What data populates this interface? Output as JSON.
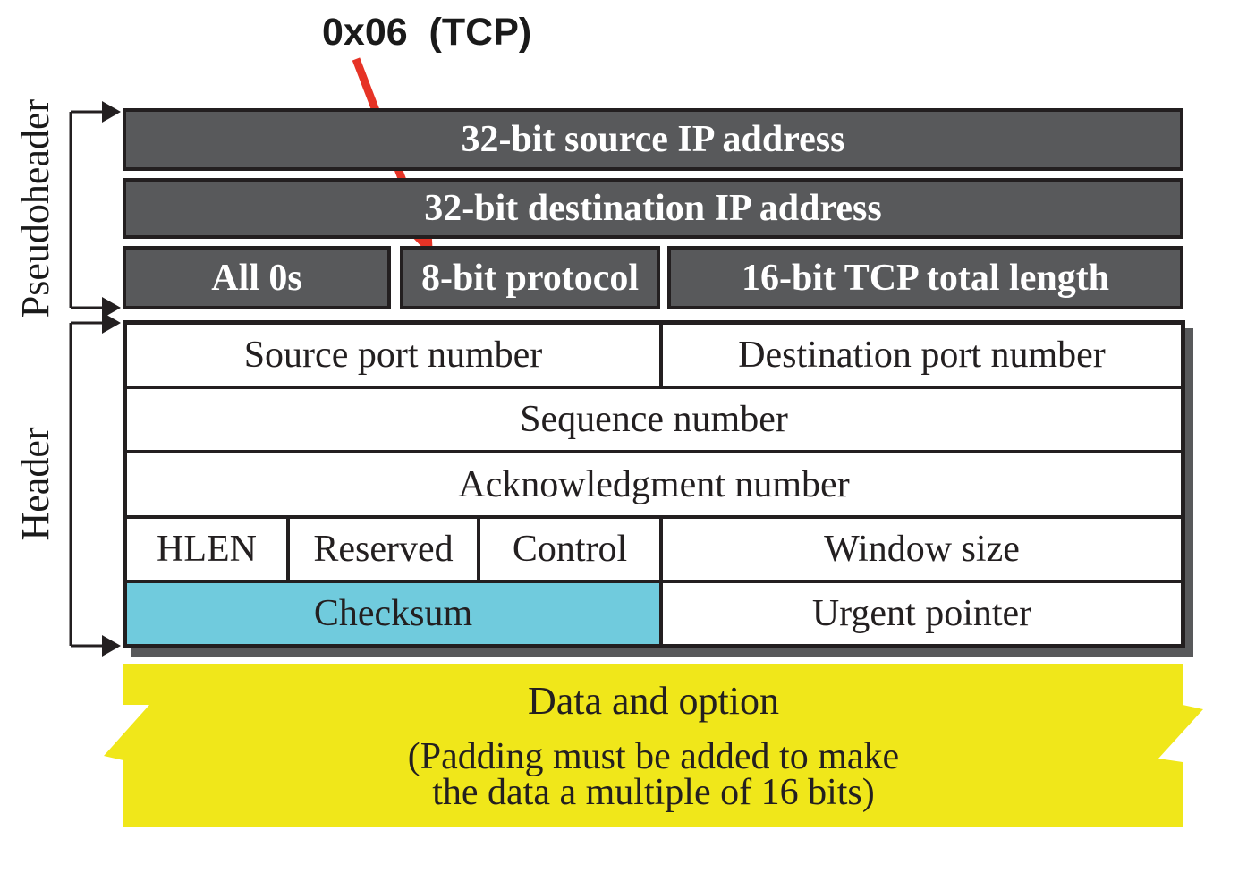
{
  "annotation": {
    "protocol_value": "0x06  (TCP)"
  },
  "side_labels": {
    "pseudoheader": "Pseudoheader",
    "header": "Header"
  },
  "pseudoheader": {
    "source_ip": "32-bit source IP address",
    "destination_ip": "32-bit destination IP address",
    "all_zeros": "All 0s",
    "protocol": "8-bit protocol",
    "tcp_total_length": "16-bit TCP total length"
  },
  "tcp_header": {
    "source_port": "Source port number",
    "destination_port": "Destination port number",
    "sequence_number": "Sequence number",
    "acknowledgment_number": "Acknowledgment number",
    "hlen": "HLEN",
    "reserved": "Reserved",
    "control": "Control",
    "window_size": "Window size",
    "checksum": "Checksum",
    "urgent_pointer": "Urgent pointer"
  },
  "data_section": {
    "line1": "Data and option",
    "line2": "(Padding must be added to make",
    "line3": "the data a multiple of 16 bits)"
  },
  "colors": {
    "dark": "#58595b",
    "line": "#231f20",
    "cyan": "#70cbdd",
    "yellow": "#f0e71a",
    "red": "#e63326"
  }
}
